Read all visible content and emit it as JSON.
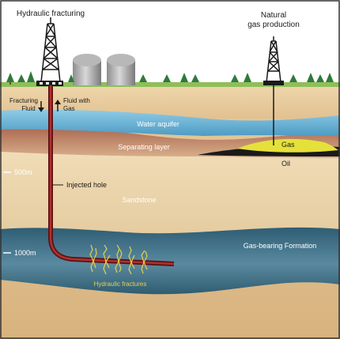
{
  "labels": {
    "hydraulic_fracturing": "Hydraulic fracturing",
    "natural_gas_line1": "Natural",
    "natural_gas_line2": "gas production",
    "fracturing_fluid_line1": "Fracturing",
    "fracturing_fluid_line2": "Fluid",
    "fluid_with_gas_line1": "Fluid with",
    "fluid_with_gas_line2": "Gas",
    "water_aquifer": "Water aquifer",
    "separating_layer": "Separating layer",
    "gas": "Gas",
    "oil": "Oil",
    "depth_500": "500m",
    "injected_hole": "Injected hole",
    "sandstone": "Sandstone",
    "depth_1000": "1000m",
    "gas_bearing_formation": "Gas-bearing Formation",
    "hydraulic_fractures": "Hydraulic fractures"
  },
  "colors": {
    "sky": "#ffffff",
    "grass": "#8fbe5a",
    "topsoil": "#e6c79a",
    "aquifer": "#6fb8d8",
    "separating_layer": "#b8826a",
    "sandstone": "#e8d2aa",
    "formation": "#3d6a80",
    "pipe": "#7a1e1e",
    "gas_pocket": "#e5e13a",
    "oil": "#1a1a1a",
    "frac_yellow": "#e8d04a"
  }
}
